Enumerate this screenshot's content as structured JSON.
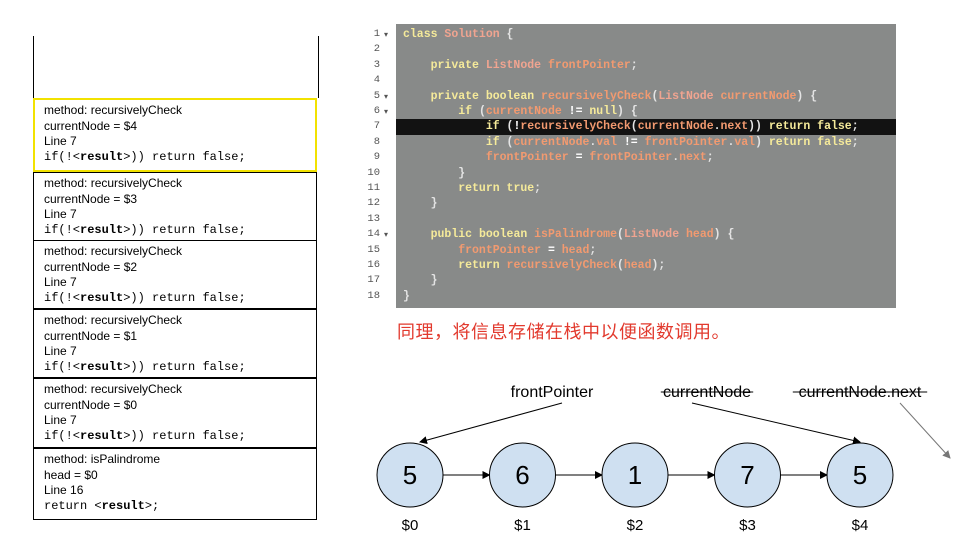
{
  "stack": {
    "frames": [
      {
        "method_line": "method: recursivelyCheck",
        "var_line": "currentNode = $4",
        "line_no": "Line 7",
        "code": "if(!<result>)) return false;",
        "active": true
      },
      {
        "method_line": "method: recursivelyCheck",
        "var_line": "currentNode = $3",
        "line_no": "Line 7",
        "code": "if(!<result>)) return false;",
        "active": false
      },
      {
        "method_line": "method: recursivelyCheck",
        "var_line": "currentNode = $2",
        "line_no": "Line 7",
        "code": "if(!<result>)) return false;",
        "active": false
      },
      {
        "method_line": "method: recursivelyCheck",
        "var_line": "currentNode = $1",
        "line_no": "Line 7",
        "code": "if(!<result>)) return false;",
        "active": false
      },
      {
        "method_line": "method: recursivelyCheck",
        "var_line": "currentNode = $0",
        "line_no": "Line 7",
        "code": "if(!<result>)) return false;",
        "active": false
      },
      {
        "method_line": "method: isPalindrome",
        "var_line": "head = $0",
        "line_no": "Line 16",
        "code": "return <result>;",
        "active": false
      }
    ]
  },
  "code": {
    "highlight_line": 7,
    "lines": [
      "class Solution {",
      "",
      "    private ListNode frontPointer;",
      "",
      "    private boolean recursivelyCheck(ListNode currentNode) {",
      "        if (currentNode != null) {",
      "            if (!recursivelyCheck(currentNode.next)) return false;",
      "            if (currentNode.val != frontPointer.val) return false;",
      "            frontPointer = frontPointer.next;",
      "        }",
      "        return true;",
      "    }",
      "",
      "    public boolean isPalindrome(ListNode head) {",
      "        frontPointer = head;",
      "        return recursivelyCheck(head);",
      "    }",
      "}"
    ],
    "fold_lines": [
      1,
      5,
      6,
      14
    ]
  },
  "caption": "同理，将信息存储在栈中以便函数调用。",
  "diagram": {
    "nodes": [
      {
        "value": "5",
        "address": "$0"
      },
      {
        "value": "6",
        "address": "$1"
      },
      {
        "value": "1",
        "address": "$2"
      },
      {
        "value": "7",
        "address": "$3"
      },
      {
        "value": "5",
        "address": "$4"
      }
    ],
    "pointers": [
      {
        "label": "frontPointer",
        "target": 0,
        "struck": false
      },
      {
        "label": "currentNode",
        "target": 4,
        "struck": true
      },
      {
        "label": "currentNode.next",
        "target": null,
        "struck": true
      }
    ],
    "colors": {
      "node_fill": "#cfe0f1",
      "node_stroke": "#000000"
    }
  }
}
